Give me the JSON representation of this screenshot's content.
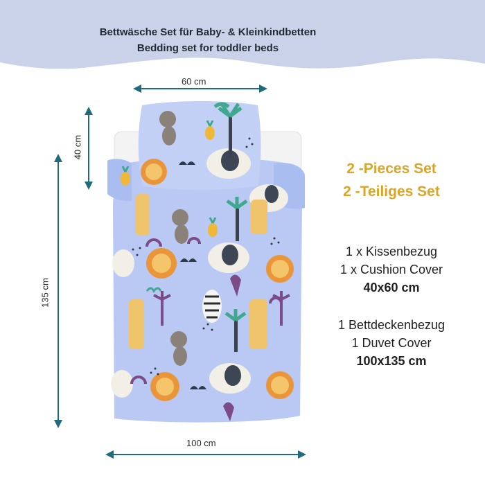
{
  "header": {
    "title_de": "Bettwäsche Set für Baby- & Kleinkindbetten",
    "title_en": "Bedding set for toddler beds"
  },
  "dimensions": {
    "pillow_width": "60 cm",
    "pillow_height": "40 cm",
    "duvet_height": "135 cm",
    "duvet_width": "100 cm"
  },
  "set_info": {
    "pieces_en": "2 -Pieces Set",
    "pieces_de": "2 -Teiliges Set"
  },
  "contents": {
    "pillow_de": "1 x Kissenbezug",
    "pillow_en": "1 x Cushion Cover",
    "pillow_size": "40x60 cm",
    "duvet_de": "1 Bettdeckenbezug",
    "duvet_en": "1 Duvet Cover",
    "duvet_size": "100x135 cm"
  },
  "colors": {
    "header_band": "#c9d2e8",
    "fabric": "#b9c9f3",
    "gold_text": "#d9a62a",
    "dimension_line": "#1f6b7c"
  }
}
